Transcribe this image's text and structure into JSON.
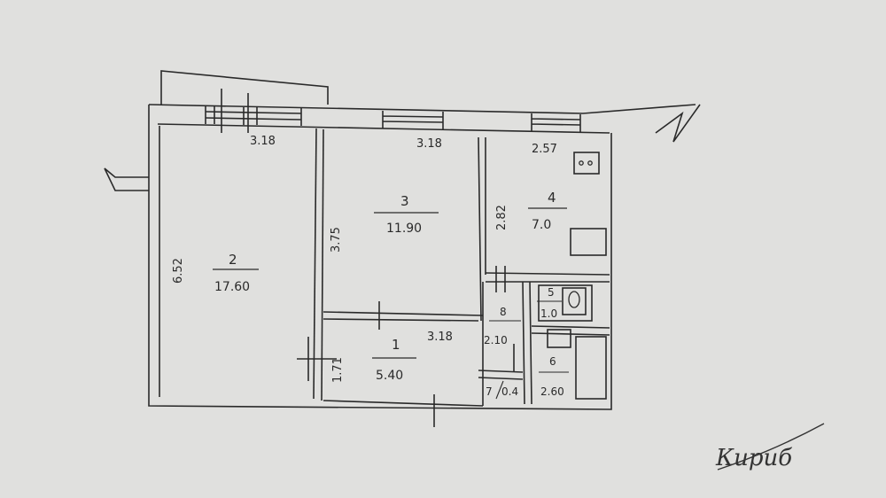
{
  "plan": {
    "rooms": [
      {
        "number": "1",
        "area": "5.40"
      },
      {
        "number": "2",
        "area": "17.60"
      },
      {
        "number": "3",
        "area": "11.90"
      },
      {
        "number": "4",
        "area": "7.0"
      },
      {
        "number": "5",
        "area": "1.0"
      },
      {
        "number": "6",
        "area": "2.60"
      },
      {
        "number": "7",
        "area": "0.4"
      },
      {
        "number": "8",
        "area": "2.10"
      }
    ],
    "dimensions": {
      "room2_width": "3.18",
      "room3_width": "3.18",
      "room4_width": "2.57",
      "room2_length": "6.52",
      "room3_depth": "3.75",
      "room4_depth": "2.82",
      "room1_width": "3.18",
      "room1_depth": "1.71"
    },
    "signature": "Кириб"
  },
  "colors": {
    "paper": "#dcdcda",
    "ink": "#2a2a2a"
  }
}
